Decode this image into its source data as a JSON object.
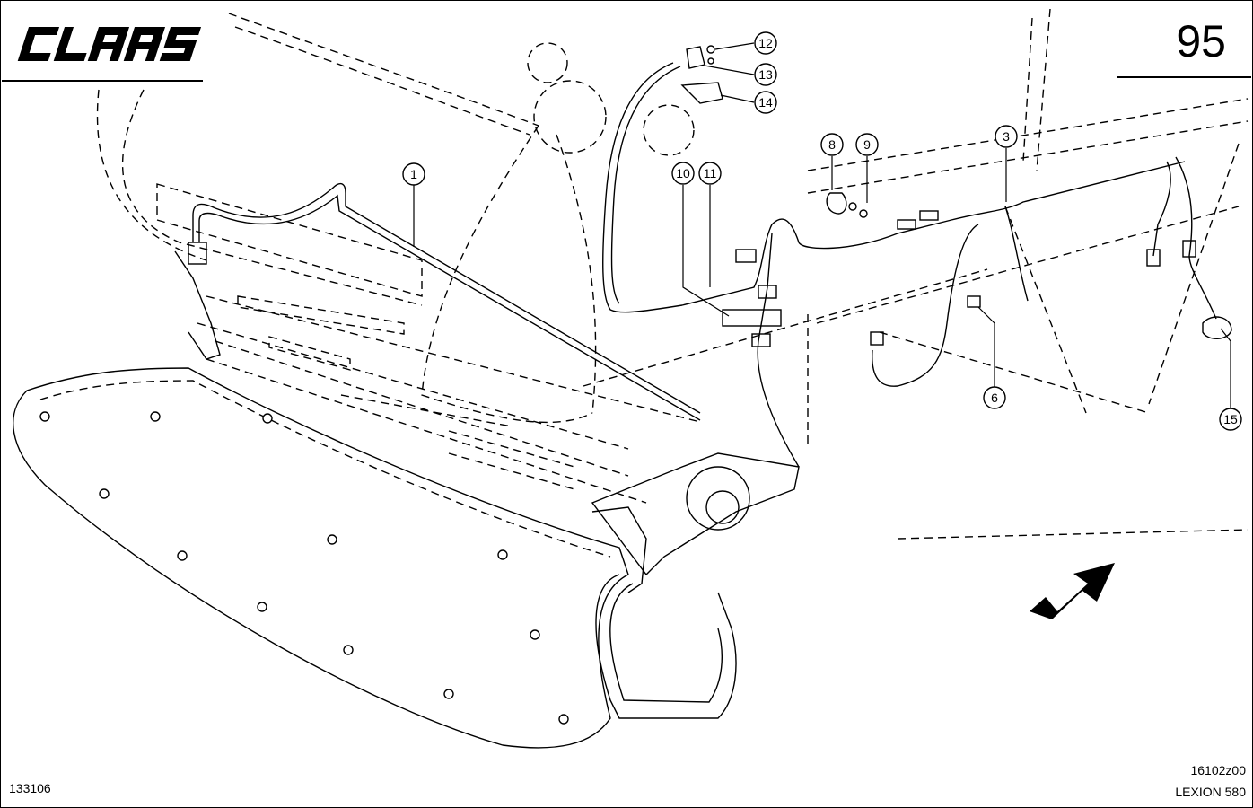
{
  "header": {
    "brand": "CLAAS",
    "page_number": "95"
  },
  "footer": {
    "drawing_id": "133106",
    "figure_code": "16102z00",
    "model": "LEXION 580"
  },
  "callouts": [
    {
      "id": "1",
      "label": "1"
    },
    {
      "id": "3",
      "label": "3"
    },
    {
      "id": "6",
      "label": "6"
    },
    {
      "id": "8",
      "label": "8"
    },
    {
      "id": "9",
      "label": "9"
    },
    {
      "id": "10",
      "label": "10"
    },
    {
      "id": "11",
      "label": "11"
    },
    {
      "id": "12",
      "label": "12"
    },
    {
      "id": "13",
      "label": "13"
    },
    {
      "id": "14",
      "label": "14"
    },
    {
      "id": "15",
      "label": "15"
    }
  ],
  "colors": {
    "line": "#000000",
    "background": "#ffffff"
  }
}
